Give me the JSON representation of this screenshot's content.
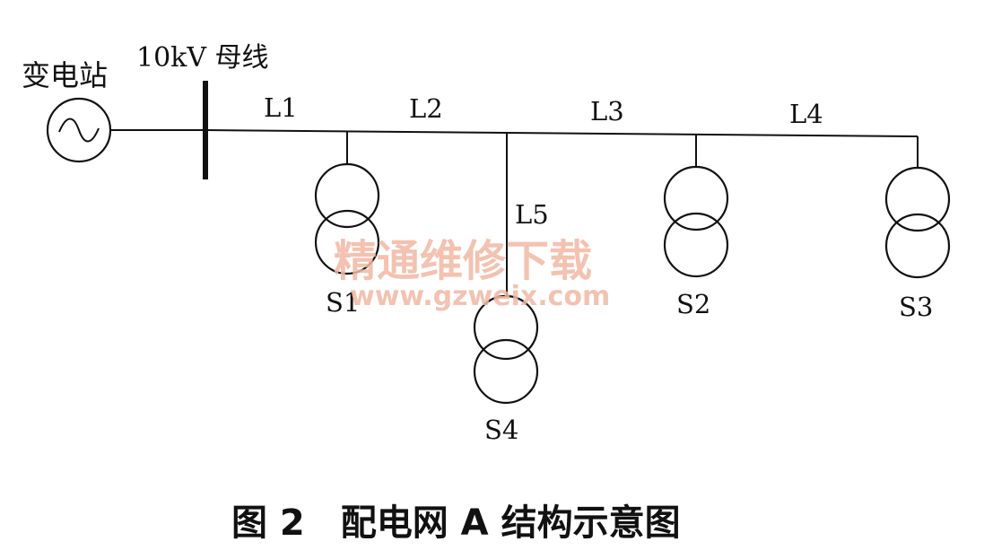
{
  "substation_label": "变电站",
  "bus_label": "10kV 母线",
  "line_labels": {
    "L1": "L1",
    "L2": "L2",
    "L3": "L3",
    "L4": "L4",
    "L5": "L5"
  },
  "transformer_labels": {
    "S1": "S1",
    "S2": "S2",
    "S3": "S3",
    "S4": "S4"
  },
  "watermark": {
    "text": "精通维修下载",
    "url": "www.gzweix.com",
    "color": "#f2b8a4"
  },
  "caption": "图 2　配电网 A 结构示意图",
  "colors": {
    "line": "#111111",
    "background": "#ffffff"
  }
}
